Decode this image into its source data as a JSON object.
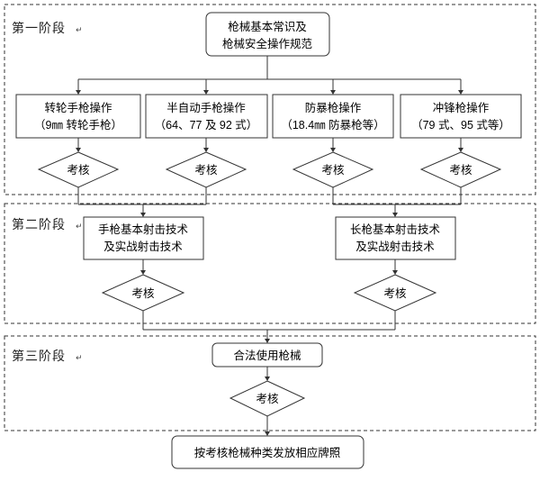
{
  "stages": [
    {
      "label": "第一阶段"
    },
    {
      "label": "第二阶段"
    },
    {
      "label": "第三阶段"
    }
  ],
  "paragraph_mark": "↵",
  "nodes": {
    "basic_knowledge": {
      "line1": "枪械基本常识及",
      "line2": "枪械安全操作规范"
    },
    "revolver": {
      "line1": "转轮手枪操作",
      "line2": "（9㎜ 转轮手枪）"
    },
    "semi_auto_pistol": {
      "line1": "半自动手枪操作",
      "line2": "（64、77 及 92 式）"
    },
    "riot_gun": {
      "line1": "防暴枪操作",
      "line2": "（18.4㎜ 防暴枪等）"
    },
    "submachine_gun": {
      "line1": "冲锋枪操作",
      "line2": "（79 式、95 式等）"
    },
    "pistol_shooting": {
      "line1": "手枪基本射击技术",
      "line2": "及实战射击技术"
    },
    "long_gun_shooting": {
      "line1": "长枪基本射击技术",
      "line2": "及实战射击技术"
    },
    "legal_use": {
      "line1": "合法使用枪械"
    },
    "license": {
      "line1": "按考核枪械种类发放相应牌照"
    }
  },
  "exam_label": "考核"
}
